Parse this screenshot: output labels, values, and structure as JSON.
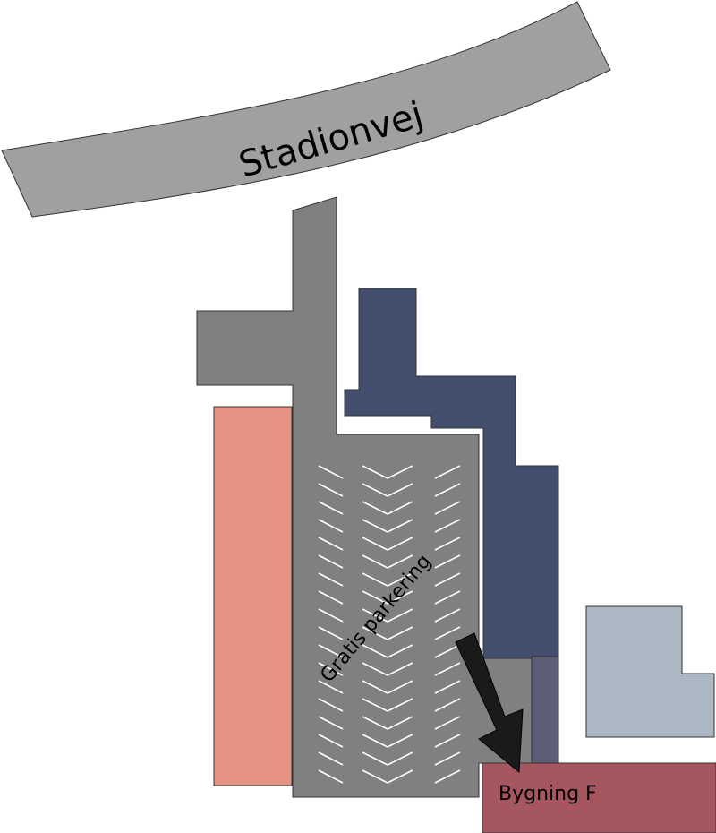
{
  "map": {
    "labels": {
      "road": "Stadionvej",
      "parking": "Gratis parkering",
      "building_f": "Bygning F"
    },
    "colors": {
      "road": "#a0a0a0",
      "parking_area": "#808080",
      "salmon_building": "#e59385",
      "navy_building": "#434d6e",
      "slate_strip": "#5d5e76",
      "light_building": "#abb8c3",
      "building_f": "#a5565f",
      "arrow": "#1a1a1a",
      "parking_stripes": "#ffffff"
    }
  }
}
